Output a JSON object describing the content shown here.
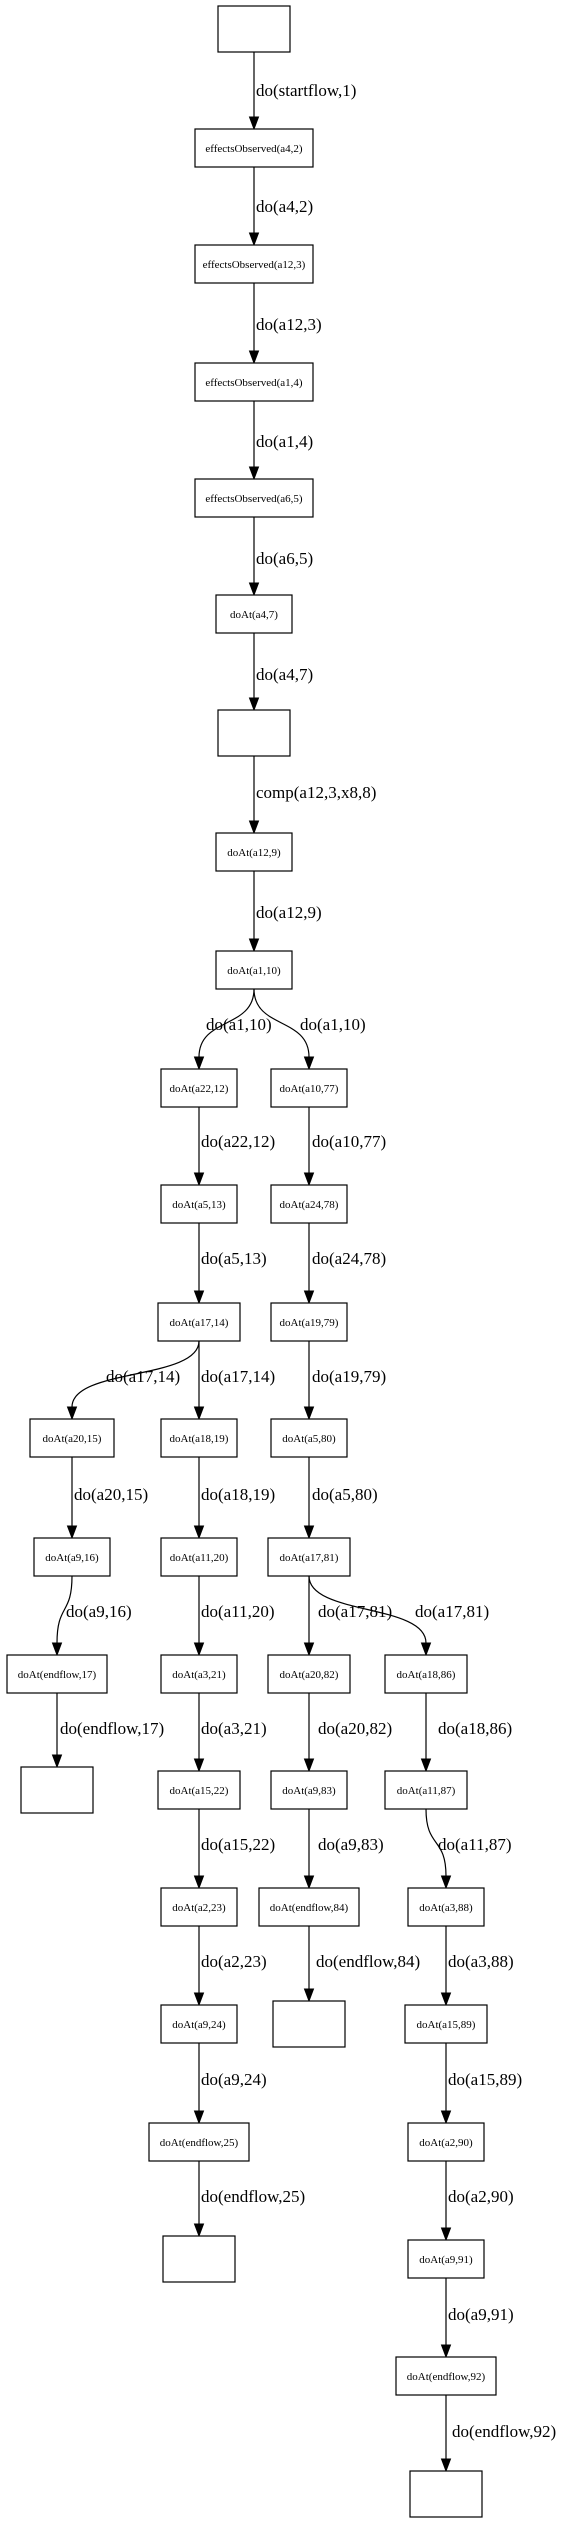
{
  "nodes": [
    {
      "id": "n0",
      "label": ""
    },
    {
      "id": "n1",
      "label": "effectsObserved(a4,2)"
    },
    {
      "id": "n2",
      "label": "effectsObserved(a12,3)"
    },
    {
      "id": "n3",
      "label": "effectsObserved(a1,4)"
    },
    {
      "id": "n4",
      "label": "effectsObserved(a6,5)"
    },
    {
      "id": "n5",
      "label": "doAt(a4,7)"
    },
    {
      "id": "n6",
      "label": ""
    },
    {
      "id": "n7",
      "label": "doAt(a12,9)"
    },
    {
      "id": "n8",
      "label": "doAt(a1,10)"
    },
    {
      "id": "n9",
      "label": "doAt(a22,12)"
    },
    {
      "id": "n10",
      "label": "doAt(a10,77)"
    },
    {
      "id": "n11",
      "label": "doAt(a5,13)"
    },
    {
      "id": "n12",
      "label": "doAt(a24,78)"
    },
    {
      "id": "n13",
      "label": "doAt(a17,14)"
    },
    {
      "id": "n14",
      "label": "doAt(a19,79)"
    },
    {
      "id": "n15",
      "label": "doAt(a20,15)"
    },
    {
      "id": "n16",
      "label": "doAt(a18,19)"
    },
    {
      "id": "n17",
      "label": "doAt(a5,80)"
    },
    {
      "id": "n18",
      "label": "doAt(a9,16)"
    },
    {
      "id": "n19",
      "label": "doAt(a11,20)"
    },
    {
      "id": "n20",
      "label": "doAt(a17,81)"
    },
    {
      "id": "n21",
      "label": "doAt(endflow,17)"
    },
    {
      "id": "n22",
      "label": "doAt(a3,21)"
    },
    {
      "id": "n23",
      "label": "doAt(a20,82)"
    },
    {
      "id": "n24",
      "label": "doAt(a18,86)"
    },
    {
      "id": "n25",
      "label": ""
    },
    {
      "id": "n26",
      "label": "doAt(a15,22)"
    },
    {
      "id": "n27",
      "label": "doAt(a9,83)"
    },
    {
      "id": "n28",
      "label": "doAt(a11,87)"
    },
    {
      "id": "n29",
      "label": "doAt(a2,23)"
    },
    {
      "id": "n30",
      "label": "doAt(endflow,84)"
    },
    {
      "id": "n31",
      "label": "doAt(a3,88)"
    },
    {
      "id": "n32",
      "label": "doAt(a9,24)"
    },
    {
      "id": "n33",
      "label": ""
    },
    {
      "id": "n34",
      "label": "doAt(a15,89)"
    },
    {
      "id": "n35",
      "label": "doAt(endflow,25)"
    },
    {
      "id": "n36",
      "label": "doAt(a2,90)"
    },
    {
      "id": "n37",
      "label": ""
    },
    {
      "id": "n38",
      "label": "doAt(a9,91)"
    },
    {
      "id": "n39",
      "label": "doAt(endflow,92)"
    },
    {
      "id": "n40",
      "label": ""
    }
  ],
  "edges": [
    {
      "from": "n0",
      "to": "n1",
      "label": "do(startflow,1)"
    },
    {
      "from": "n1",
      "to": "n2",
      "label": "do(a4,2)"
    },
    {
      "from": "n2",
      "to": "n3",
      "label": "do(a12,3)"
    },
    {
      "from": "n3",
      "to": "n4",
      "label": "do(a1,4)"
    },
    {
      "from": "n4",
      "to": "n5",
      "label": "do(a6,5)"
    },
    {
      "from": "n5",
      "to": "n6",
      "label": "do(a4,7)"
    },
    {
      "from": "n6",
      "to": "n7",
      "label": "comp(a12,3,x8,8)"
    },
    {
      "from": "n7",
      "to": "n8",
      "label": "do(a12,9)"
    },
    {
      "from": "n8",
      "to": "n9",
      "label": "do(a1,10)"
    },
    {
      "from": "n8",
      "to": "n10",
      "label": "do(a1,10)"
    },
    {
      "from": "n9",
      "to": "n11",
      "label": "do(a22,12)"
    },
    {
      "from": "n10",
      "to": "n12",
      "label": "do(a10,77)"
    },
    {
      "from": "n11",
      "to": "n13",
      "label": "do(a5,13)"
    },
    {
      "from": "n12",
      "to": "n14",
      "label": "do(a24,78)"
    },
    {
      "from": "n13",
      "to": "n15",
      "label": "do(a17,14)"
    },
    {
      "from": "n13",
      "to": "n16",
      "label": "do(a17,14)"
    },
    {
      "from": "n14",
      "to": "n17",
      "label": "do(a19,79)"
    },
    {
      "from": "n15",
      "to": "n18",
      "label": "do(a20,15)"
    },
    {
      "from": "n16",
      "to": "n19",
      "label": "do(a18,19)"
    },
    {
      "from": "n17",
      "to": "n20",
      "label": "do(a5,80)"
    },
    {
      "from": "n18",
      "to": "n21",
      "label": "do(a9,16)"
    },
    {
      "from": "n19",
      "to": "n22",
      "label": "do(a11,20)"
    },
    {
      "from": "n20",
      "to": "n23",
      "label": "do(a17,81)"
    },
    {
      "from": "n20",
      "to": "n24",
      "label": "do(a17,81)"
    },
    {
      "from": "n21",
      "to": "n25",
      "label": "do(endflow,17)"
    },
    {
      "from": "n22",
      "to": "n26",
      "label": "do(a3,21)"
    },
    {
      "from": "n23",
      "to": "n27",
      "label": "do(a20,82)"
    },
    {
      "from": "n24",
      "to": "n28",
      "label": "do(a18,86)"
    },
    {
      "from": "n26",
      "to": "n29",
      "label": "do(a15,22)"
    },
    {
      "from": "n27",
      "to": "n30",
      "label": "do(a9,83)"
    },
    {
      "from": "n28",
      "to": "n31",
      "label": "do(a11,87)"
    },
    {
      "from": "n29",
      "to": "n32",
      "label": "do(a2,23)"
    },
    {
      "from": "n30",
      "to": "n33",
      "label": "do(endflow,84)"
    },
    {
      "from": "n31",
      "to": "n34",
      "label": "do(a3,88)"
    },
    {
      "from": "n32",
      "to": "n35",
      "label": "do(a9,24)"
    },
    {
      "from": "n34",
      "to": "n36",
      "label": "do(a15,89)"
    },
    {
      "from": "n35",
      "to": "n37",
      "label": "do(endflow,25)"
    },
    {
      "from": "n36",
      "to": "n38",
      "label": "do(a2,90)"
    },
    {
      "from": "n38",
      "to": "n39",
      "label": "do(a9,91)"
    },
    {
      "from": "n39",
      "to": "n40",
      "label": "do(endflow,92)"
    }
  ]
}
